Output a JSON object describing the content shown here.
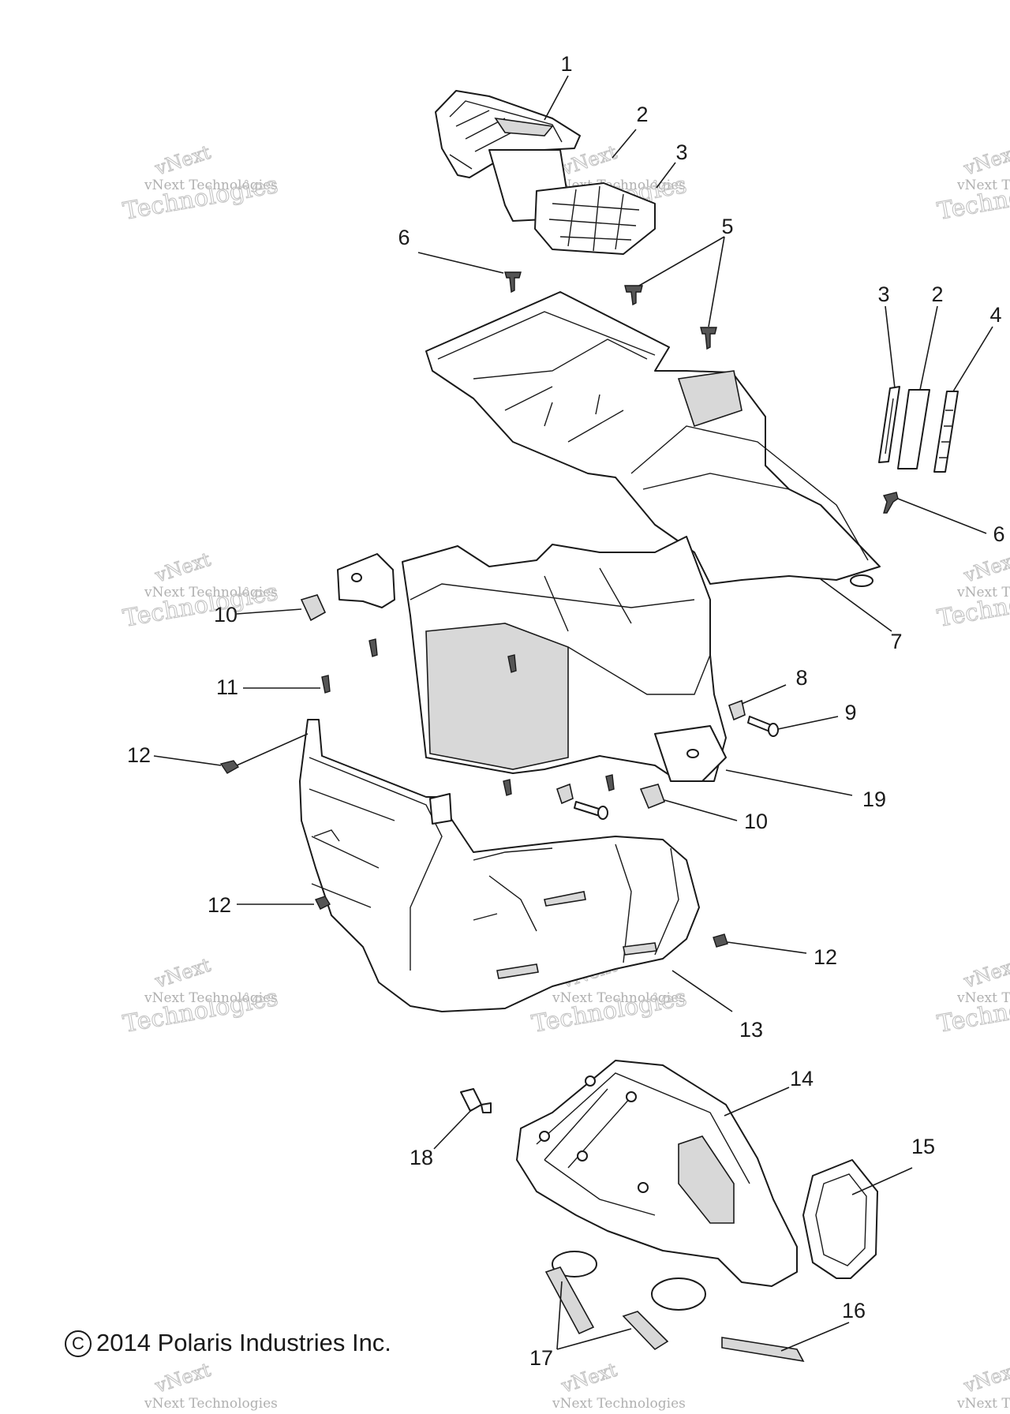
{
  "copyright": {
    "symbol": "C",
    "text": "2014 Polaris Industries Inc."
  },
  "watermark": {
    "line0": "vNext",
    "line1": "vNext Technologies",
    "line2": "Technologies"
  },
  "callouts": {
    "c1": "1",
    "c2a": "2",
    "c3a": "3",
    "c5": "5",
    "c6a": "6",
    "c3b": "3",
    "c2b": "2",
    "c4": "4",
    "c6b": "6",
    "c7": "7",
    "c10a": "10",
    "c11": "11",
    "c8": "8",
    "c9": "9",
    "c12a": "12",
    "c19": "19",
    "c10b": "10",
    "c12b": "12",
    "c12c": "12",
    "c13": "13",
    "c14": "14",
    "c18": "18",
    "c15": "15",
    "c16": "16",
    "c17": "17"
  },
  "icons": {
    "copyright": "copyright-icon"
  }
}
